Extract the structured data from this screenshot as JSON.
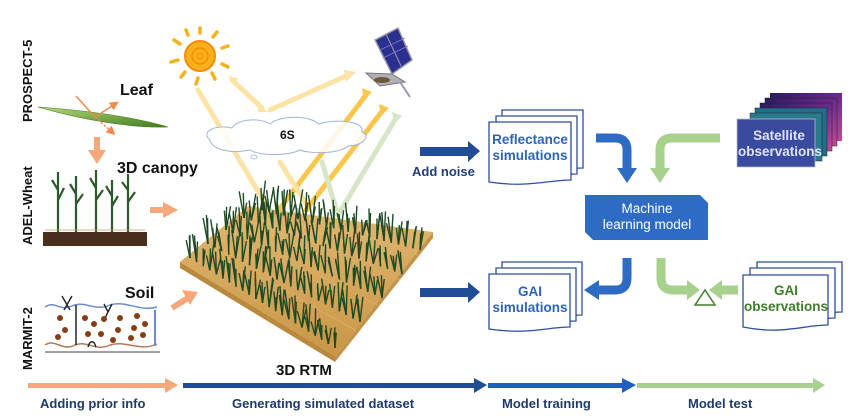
{
  "models": {
    "leaf_model": "PROSPECT-5",
    "canopy_model": "ADEL-Wheat",
    "soil_model": "MARMIT-2"
  },
  "inputs": {
    "leaf": "Leaf",
    "canopy": "3D canopy",
    "soil": "Soil"
  },
  "atmosphere": "6S",
  "rtm_label": "3D RTM",
  "add_noise": "Add noise",
  "documents": {
    "reflectance": [
      "Reflectance",
      "simulations"
    ],
    "gai_sim": [
      "GAI",
      "simulations"
    ],
    "satellite": [
      "Satellite",
      "observations"
    ],
    "gai_obs": [
      "GAI",
      "observations"
    ]
  },
  "ml_model": [
    "Machine",
    "learning model"
  ],
  "comparison_symbol": "Δ",
  "stages": [
    {
      "label": "Adding prior info",
      "color": "#f6a87a"
    },
    {
      "label": "Generating simulated dataset",
      "color": "#1f4e96"
    },
    {
      "label": "Model training",
      "color": "#1f5fbf"
    },
    {
      "label": "Model test",
      "color": "#a9d18e"
    }
  ],
  "colors": {
    "orange_arrow": "#f6a87a",
    "navy_arrow": "#1f4e96",
    "blue": "#2e6bc4",
    "green": "#a9d18e",
    "doc_border": "#2d4f9e",
    "sun_ray": "#ffd98a"
  }
}
